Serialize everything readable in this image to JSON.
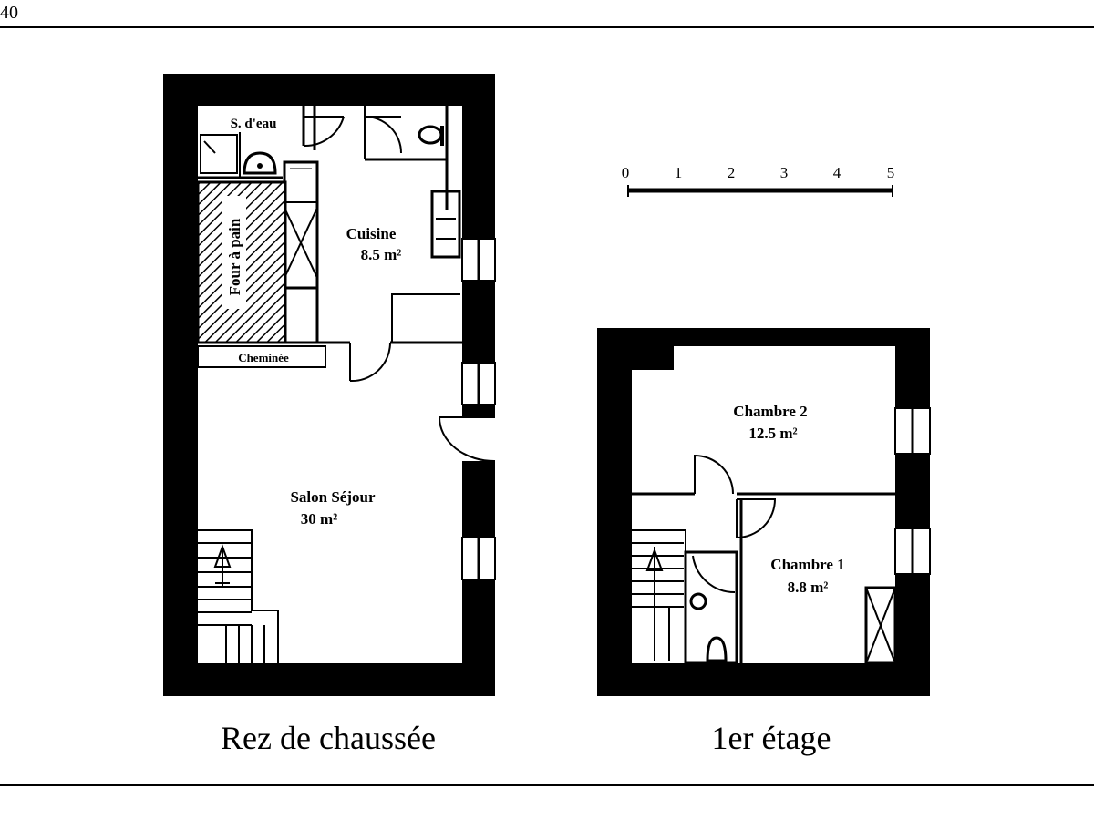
{
  "page_number": "40",
  "scale": {
    "ticks": [
      "0",
      "1",
      "2",
      "3",
      "4",
      "5"
    ]
  },
  "ground_floor": {
    "caption": "Rez de chaussée",
    "rooms": {
      "bathroom": "S. d'eau",
      "kitchen_name": "Cuisine",
      "kitchen_area": "8.5 m²",
      "bakery_oven": "Four à pain",
      "fireplace": "Cheminée",
      "living_name": "Salon Séjour",
      "living_area": "30 m²"
    }
  },
  "first_floor": {
    "caption": "1er étage",
    "rooms": {
      "bedroom2_name": "Chambre 2",
      "bedroom2_area": "12.5 m²",
      "bedroom1_name": "Chambre 1",
      "bedroom1_area": "8.8 m²"
    }
  }
}
